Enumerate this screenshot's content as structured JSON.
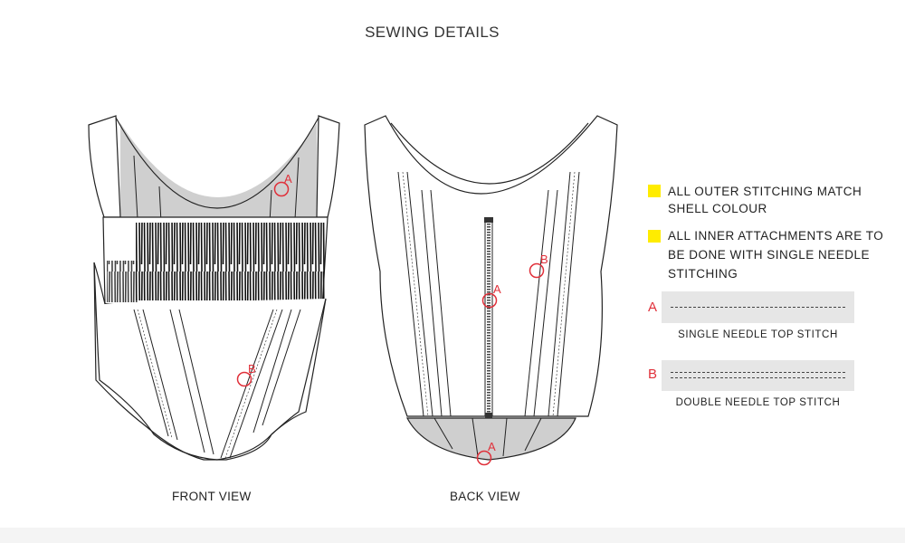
{
  "title": "SEWING DETAILS",
  "views": {
    "front_label": "FRONT VIEW",
    "back_label": "BACK VIEW"
  },
  "markers": {
    "a": "A",
    "b": "B"
  },
  "notes": [
    {
      "text": "ALL OUTER STITCHING MATCH SHELL COLOUR",
      "color": "#ffec00"
    },
    {
      "text": "ALL INNER ATTACHMENTS ARE TO BE DONE WITH SINGLE NEEDLE STITCHING",
      "color": "#ffec00"
    }
  ],
  "stitches": [
    {
      "letter": "A",
      "caption": "SINGLE NEEDLE TOP STITCH"
    },
    {
      "letter": "B",
      "caption": "DOUBLE NEEDLE TOP STITCH"
    }
  ],
  "colors": {
    "marker": "#e0303a",
    "lining_grey": "#cfcfcf",
    "swatch_yellow": "#ffec00"
  }
}
